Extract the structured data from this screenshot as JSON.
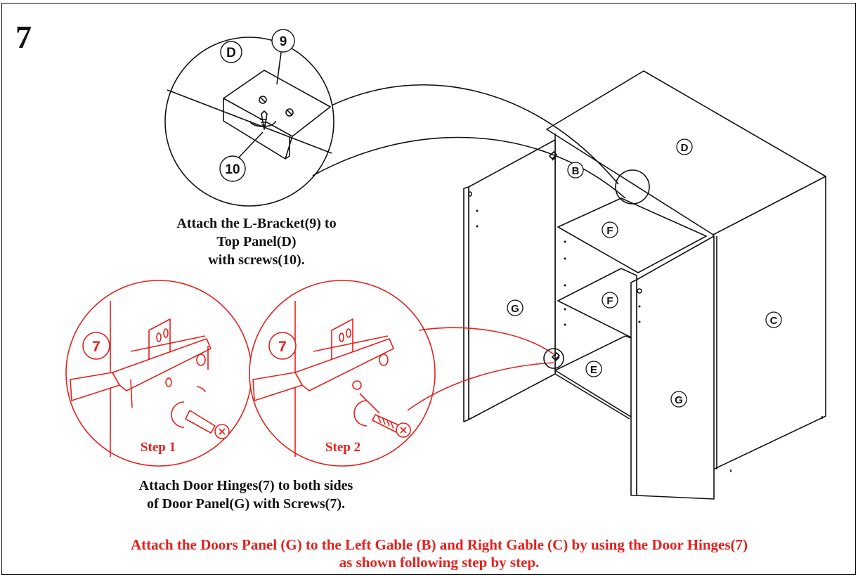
{
  "step_number": "7",
  "bracket_detail": {
    "part_label_panel": "D",
    "part_label_bracket": "9",
    "part_label_screw": "10",
    "caption": [
      "Attach the L-Bracket(9) to",
      "Top Panel(D)",
      "with screws(10)."
    ]
  },
  "hinge_detail": {
    "step1_label": "Step 1",
    "step2_label": "Step 2",
    "part_label_hinge": "7",
    "caption": [
      "Attach Door Hinges(7) to both sides",
      "of Door Panel(G) with Screws(7)."
    ]
  },
  "cabinet_labels": {
    "top": "D",
    "left_gable": "B",
    "shelf_upper": "F",
    "shelf_lower": "F",
    "bottom": "E",
    "right_gable": "C",
    "door_left": "G",
    "door_right": "G"
  },
  "footer": {
    "line1": "Attach the Doors Panel (G) to the Left Gable (B) and Right Gable (C) by using the Door Hinges(7)",
    "line2": "as shown following step by step."
  },
  "colors": {
    "accent_red": "#e5201c",
    "line": "#111111"
  }
}
